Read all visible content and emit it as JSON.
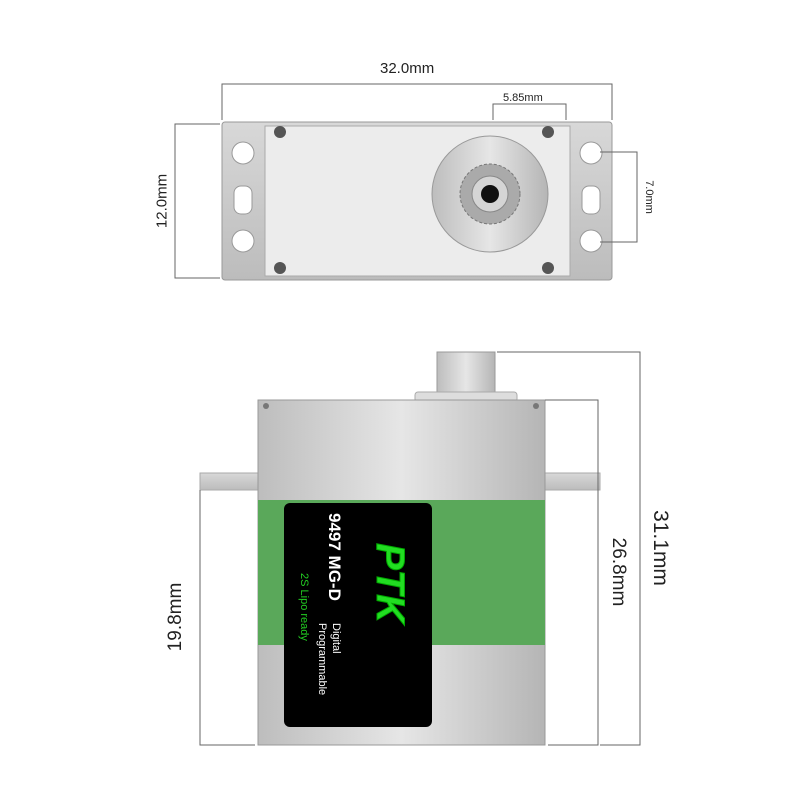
{
  "dimensions": {
    "top_width": "32.0mm",
    "horn_offset": "5.85mm",
    "top_height": "12.0mm",
    "hole_spacing": "7.0mm",
    "mount_to_bottom": "19.8mm",
    "body_height": "26.8mm",
    "total_height": "31.1mm"
  },
  "label": {
    "brand": "PTK",
    "model": "9497 MG-D",
    "line1": "Digital",
    "line2": "Programmable",
    "tagline": "2S Lipo ready"
  },
  "colors": {
    "band": "#5aa85a",
    "brand_green": "#22dd22",
    "metal": "#c8c8c8"
  }
}
